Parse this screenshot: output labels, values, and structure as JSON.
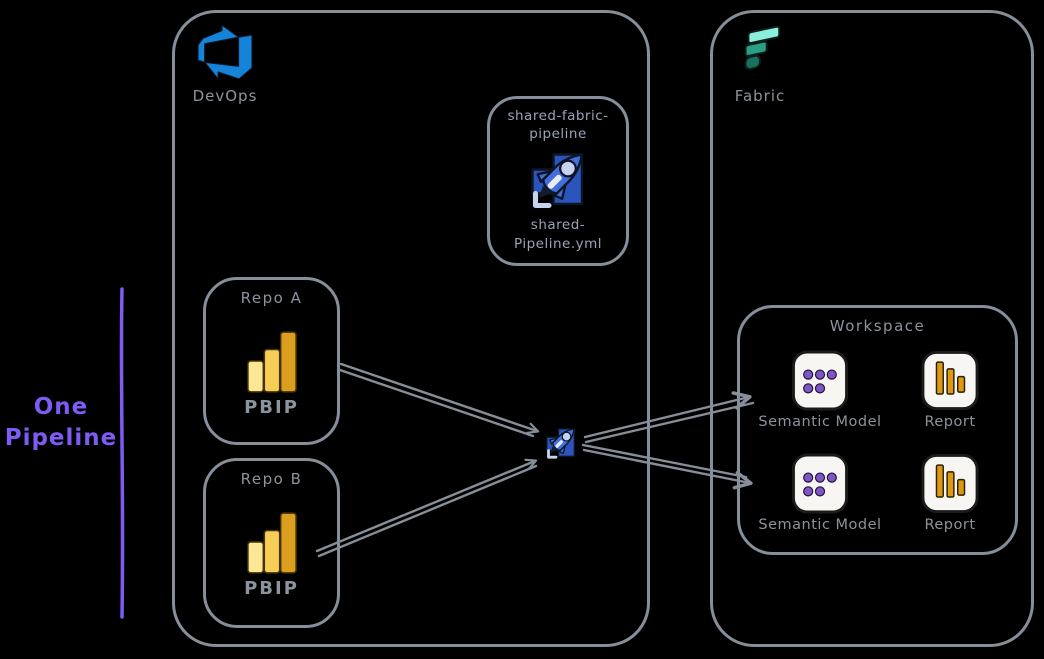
{
  "colors": {
    "bg": "#000000",
    "stroke": "#858e99",
    "label": "#8b939d",
    "purple": "#7e5bf2",
    "pipeline_text": "#99a4b8",
    "devops_blue": "#1583d7",
    "pipelines_blue": "#4170dd",
    "pipelines_dark": "#2c55bb",
    "pipelines_light": "#c7d2ee",
    "fabric_mint": "#8af0db",
    "fabric_teal": "#2b9e84",
    "fabric_dark": "#19705d",
    "gold_light": "#fbe795",
    "gold_mid": "#f6ce57",
    "gold_dark": "#dc9e1e",
    "report_orange": "#dd9a10",
    "dot_purple": "#7e57c5",
    "icon_bg": "#f7f6f3",
    "icon_border": "#1b1b1b"
  },
  "annotation": {
    "line1": "One",
    "line2": "Pipeline"
  },
  "devops": {
    "label": "DevOps",
    "pipeline_box": {
      "title_line1": "shared-fabric-",
      "title_line2": "pipeline",
      "file_line1": "shared-",
      "file_line2": "Pipeline.yml"
    },
    "repo_a": {
      "label": "Repo A",
      "format": "PBIP"
    },
    "repo_b": {
      "label": "Repo B",
      "format": "PBIP"
    }
  },
  "fabric": {
    "label": "Fabric",
    "workspace": {
      "label": "Workspace",
      "items": [
        {
          "label": "Semantic Model"
        },
        {
          "label": "Report"
        },
        {
          "label": "Semantic Model"
        },
        {
          "label": "Report"
        }
      ]
    }
  },
  "icons": {
    "devops_logo": "azure-devops-logo",
    "fabric_logo": "microsoft-fabric-logo",
    "pipeline_icon": "azure-pipelines-rocket",
    "connector_icon": "azure-pipelines-rocket-small",
    "repo_content_icon": "power-bi-bar-chart",
    "semantic_model_icon": "purple-dots-grid",
    "report_icon": "orange-bar-chart"
  }
}
